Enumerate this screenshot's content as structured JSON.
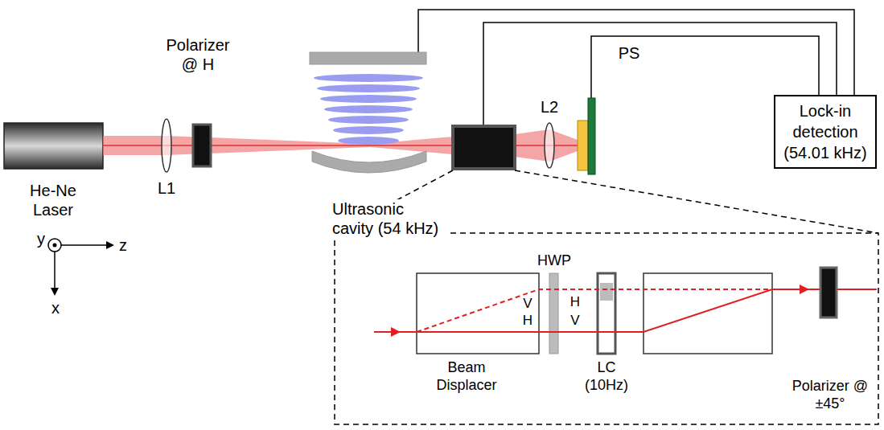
{
  "diagram": {
    "nodes": [
      {
        "text": [
          "Lock-in detection (54.01 kHz)"
        ]
      }
    ],
    "labels": [
      "Polarizer @ H",
      "He-Ne Laser",
      "L1",
      "Ultrasonic cavity (54 kHz)",
      "L2",
      "PS",
      "y",
      "z",
      "x",
      "V",
      "H",
      "H",
      "V",
      "HWP",
      "LC (10Hz)",
      "Beam Displacer",
      "Polarizer @ ±45°"
    ]
  }
}
